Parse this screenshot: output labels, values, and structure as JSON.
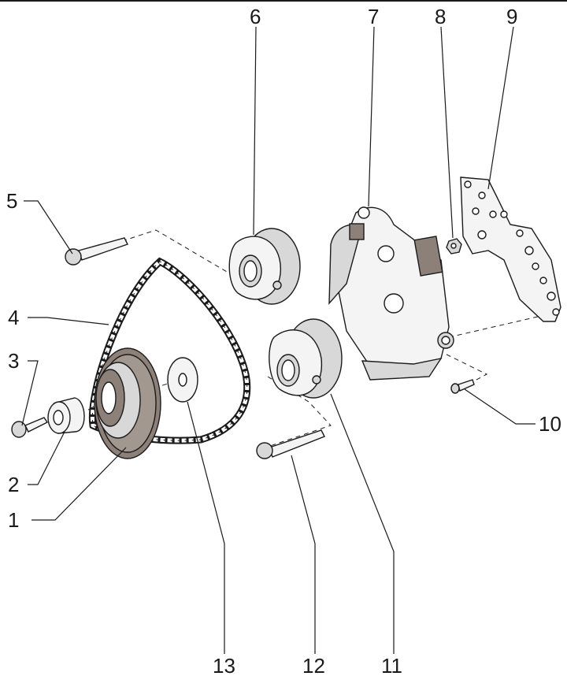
{
  "diagram": {
    "type": "exploded parts diagram",
    "callouts": [
      "1",
      "2",
      "3",
      "4",
      "5",
      "6",
      "7",
      "8",
      "9",
      "10",
      "11",
      "12",
      "13"
    ]
  },
  "colors": {
    "line": "#1a1a1a",
    "part_fill": "#f4f4f4",
    "shade": "#d8d8d8",
    "sprocket_dark": "#8c8078"
  }
}
